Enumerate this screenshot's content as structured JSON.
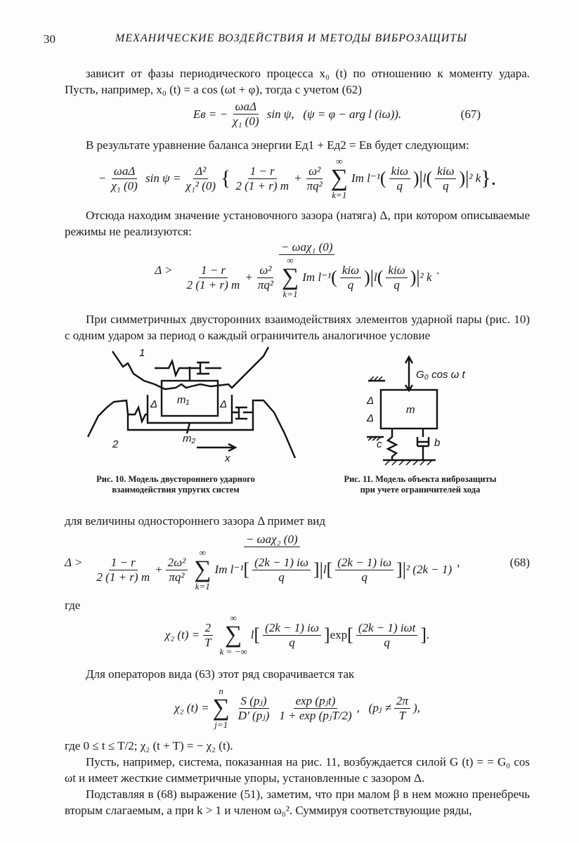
{
  "header": {
    "page_number": "30",
    "running_title": "МЕХАНИЧЕСКИЕ ВОЗДЕЙСТВИЯ И МЕТОДЫ ВИБРОЗАЩИТЫ"
  },
  "text": {
    "p1": "зависит от фазы периодического процесса x₀ (t) по отношению к моменту удара. Пусть, например, x₀ (t) = a cos (ωt + φ), тогда с учетом (62)",
    "p2": "В результате уравнение баланса энергии Eд1 + Eд2 = Eв будет следующим:",
    "p3": "Отсюда находим значение установочного зазора (натяга) Δ, при котором описываемые режимы не реализуются:",
    "p4": "При симметричных двусторонних взаимодействиях элементов ударной пары (рис. 10) с одним ударом за период о каждый ограничитель аналогичное условие",
    "p5": "для величины одностороннего зазора Δ примет вид",
    "p6": "где",
    "p7": "Для операторов вида (63) этот ряд сворачивается так",
    "p8": "где 0 ≤ t ≤ T/2; χ₂ (t + T) = − χ₂ (t).",
    "p9": "Пусть, например, система, показанная на рис. 11, возбуждается силой G (t) = = G₀ cos ωt и имеет жесткие симметричные упоры, установленные с зазором Δ.",
    "p10": "Подставляя в (68) выражение (51), заметим, что при малом β в нем можно пренебречь вторым слагаемым, а при k > 1 и членом ω₀². Суммируя соответствующие ряды,"
  },
  "eq67": {
    "lhs": "Eв = −",
    "num": "ωaΔ",
    "den": "χ₁ (0)",
    "rhs": " sin ψ,   (ψ = φ − arg l (iω)).",
    "number": "(67)"
  },
  "eqb": {
    "minus": "−",
    "n1": "ωaΔ",
    "d1": "χ₁ (0)",
    "sin": " sin ψ =",
    "n2": "Δ²",
    "d2": "χ₁² (0)",
    "lb": "{",
    "n3": "1 − r",
    "d3": "2 (1 + r) m",
    "plus": "+",
    "n4": "ω²",
    "d4": "πq²",
    "sup": "∞",
    "sub": "k=1",
    "im": "Im l⁻¹",
    "kn": "kiω",
    "kd": "q",
    "l": "l",
    "end": "² k",
    "rb": "}."
  },
  "eqd": {
    "lhs": "Δ >",
    "num": "− ωaχ₁ (0)",
    "n3": "1 − r",
    "d3": "2 (1 + r) m",
    "plus": "+",
    "n4": "ω²",
    "d4": "πq²",
    "sup": "∞",
    "sub": "k=1",
    "im": "Im l⁻¹",
    "kn": "kiω",
    "kd": "q",
    "l": "l",
    "end": "² k",
    "dot": "."
  },
  "eq68": {
    "lhs": "Δ >",
    "num": "− ωaχ₂ (0)",
    "n3": "1 − r",
    "d3": "2 (1 + r) m",
    "plus": "+",
    "n4": "2ω²",
    "d4": "πq²",
    "sup": "∞",
    "sub": "k=1",
    "im": "Im l⁻¹",
    "kn": "(2k − 1) iω",
    "kd": "q",
    "l": "l",
    "end": "² (2k − 1)",
    "comma": ",",
    "number": "(68)"
  },
  "eqchi": {
    "lhs": "χ₂ (t) =",
    "n": "2",
    "d": "T",
    "sup": "∞",
    "sub": "k = −∞",
    "l": "l",
    "n2": "(2k − 1) iω",
    "d2": "q",
    "exp": "exp",
    "n3": "(2k − 1) iωt",
    "d3": "q",
    "end": "."
  },
  "eqs": {
    "lhs": "χ₂ (t) =",
    "sup": "n",
    "sub": "j=1",
    "n1": "S (pⱼ)",
    "d1": "D′ (pⱼ)",
    "n2": "exp (pⱼt)",
    "d2": "1 + exp (pⱼT/2)",
    "mid": ",   (pⱼ ≠",
    "n3": "2π",
    "d3": "T",
    "end": "),"
  },
  "fig10": {
    "label1": "1",
    "label2": "2",
    "m1": "m₁",
    "m2": "m₂",
    "delta": "Δ",
    "x": "x",
    "caption": "Рис. 10. Модель двустороннего ударного взаимодействия упругих систем"
  },
  "fig11": {
    "force": "G₀ cos ω t",
    "m": "m",
    "delta": "Δ",
    "c": "c",
    "b": "b",
    "caption": "Рис. 11. Модель объекта виброзащиты при учете ограничителей хода"
  }
}
